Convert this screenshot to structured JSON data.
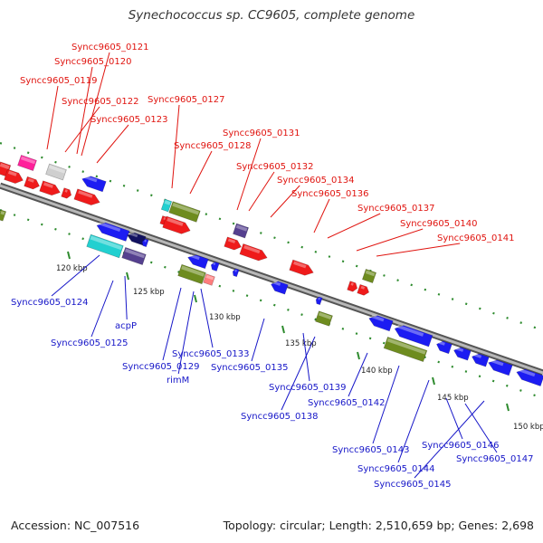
{
  "title": "Synechococcus sp. CC9605, complete genome",
  "footer": {
    "accession": "Accession: NC_007516",
    "topology": "Topology: circular; Length: 2,510,659 bp; Genes: 2,698"
  },
  "colors": {
    "plus_label": "#e0140f",
    "minus_label": "#1616c8",
    "backbone": "#8a8a8a",
    "tick": "#2e8b2e"
  },
  "ticks": [
    "120 kbp",
    "125 kbp",
    "130 kbp",
    "135 kbp",
    "140 kbp",
    "145 kbp",
    "150 kbp"
  ],
  "genes_plus": [
    "Syncc9605_0121",
    "Syncc9605_0120",
    "Syncc9605_0119",
    "Syncc9605_0122",
    "Syncc9605_0123",
    "Syncc9605_0127",
    "Syncc9605_0128",
    "Syncc9605_0131",
    "Syncc9605_0132",
    "Syncc9605_0134",
    "Syncc9605_0136",
    "Syncc9605_0137",
    "Syncc9605_0140",
    "Syncc9605_0141"
  ],
  "genes_minus": [
    "Syncc9605_0124",
    "acpP",
    "Syncc9605_0125",
    "Syncc9605_0129",
    "Syncc9605_0133",
    "rimM",
    "Syncc9605_0135",
    "Syncc9605_0139",
    "Syncc9605_0138",
    "Syncc9605_0142",
    "Syncc9605_0143",
    "Syncc9605_0146",
    "Syncc9605_0144",
    "Syncc9605_0147",
    "Syncc9605_0145"
  ]
}
